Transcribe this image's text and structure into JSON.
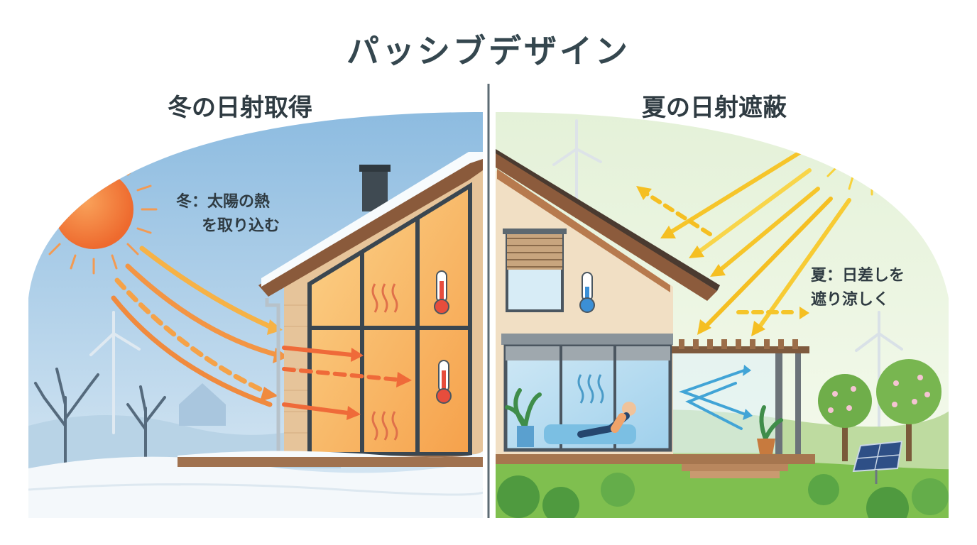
{
  "title": "パッシブデザイン",
  "winter": {
    "heading": "冬の日射取得",
    "caption_line1": "冬：太陽の熱",
    "caption_line2": "を取り込む"
  },
  "summer": {
    "heading": "夏の日射遮蔽",
    "caption_line1": "夏：日差しを",
    "caption_line2": "遮り涼しく"
  },
  "colors": {
    "winter_sky": "#9fc6e3",
    "summer_sky": "#eaf4df",
    "winter_sun": "#f4823a",
    "summer_sun": "#f7cf2a",
    "warm_arrow": "#f0813d",
    "cool_arrow": "#3aa4d8",
    "divider": "#5c6b73"
  },
  "icons": [
    "sun-icon",
    "thermometer-icon",
    "wind-turbine-icon",
    "solar-panel-icon",
    "heat-wave-icon"
  ]
}
